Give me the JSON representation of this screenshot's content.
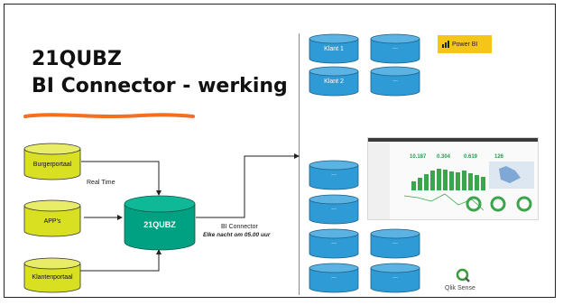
{
  "title": {
    "line1": "21QUBZ",
    "line2": "BI Connector - werking"
  },
  "sources": [
    {
      "label": "Burgerportaal"
    },
    {
      "label": "APP's"
    },
    {
      "label": "Klantenportaal"
    }
  ],
  "hub": {
    "label": "21QUBZ"
  },
  "notes": {
    "realtime": "Real Time",
    "connector": "BI Connector",
    "schedule": "Elke nacht om 05.00 uur"
  },
  "powerbi": {
    "logo_text": "Power BI",
    "databases": [
      {
        "label": "Klant 1"
      },
      {
        "label": "..."
      },
      {
        "label": "Klant 2"
      },
      {
        "label": "..."
      }
    ]
  },
  "qlik": {
    "logo_text": "Qlik Sense",
    "databases": [
      {
        "label": "..."
      },
      {
        "label": "..."
      },
      {
        "label": "..."
      },
      {
        "label": "..."
      },
      {
        "label": "..."
      },
      {
        "label": "..."
      }
    ]
  },
  "dashboard": {
    "kpis": [
      {
        "value": "10.187"
      },
      {
        "value": "0.304"
      },
      {
        "value": "0.619"
      },
      {
        "value": "126"
      }
    ]
  },
  "colors": {
    "source": "#d9e021",
    "hub": "#00a082",
    "db": "#2e9bd6",
    "accent": "#f36f21",
    "powerbi": "#f5c518"
  }
}
